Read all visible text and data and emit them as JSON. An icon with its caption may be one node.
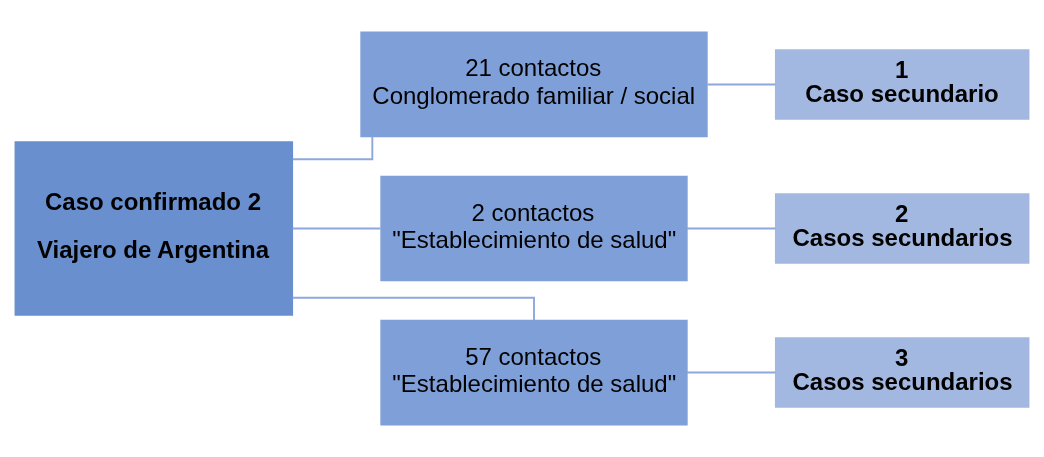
{
  "diagram": {
    "nodes": [
      {
        "text": [
          "Caso confirmado 2",
          "Viajero de Argentina"
        ]
      },
      {
        "text": [
          "21 contactos",
          "Conglomerado familiar / social"
        ]
      },
      {
        "text": [
          "2 contactos",
          "\"Establecimiento de salud\""
        ]
      },
      {
        "text": [
          "57 contactos",
          "\"Establecimiento de salud\""
        ]
      },
      {
        "text": [
          "1",
          "Caso secundario"
        ]
      },
      {
        "text": [
          "2",
          "Casos secundarios"
        ]
      },
      {
        "text": [
          "3",
          "Casos secundarios"
        ]
      }
    ],
    "edges": [
      {
        "from": 0,
        "to": 1,
        "arrow": "none"
      },
      {
        "from": 0,
        "to": 2,
        "arrow": "none"
      },
      {
        "from": 0,
        "to": 3,
        "arrow": "none"
      },
      {
        "from": 1,
        "to": 4,
        "arrow": "none"
      },
      {
        "from": 2,
        "to": 5,
        "arrow": "none"
      },
      {
        "from": 3,
        "to": 6,
        "arrow": "none"
      }
    ]
  }
}
